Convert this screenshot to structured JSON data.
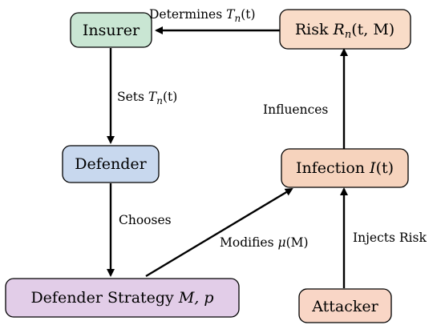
{
  "colors": {
    "insurer_fill": "#c9e6d3",
    "defender_fill": "#c8d8ee",
    "risk_fill": "#f9dcc8",
    "infection_fill": "#f6d3bd",
    "strategy_fill": "#e2cde8",
    "attacker_fill": "#f9d6c6",
    "edge": "#000000"
  },
  "nodes": {
    "insurer": {
      "label": "Insurer"
    },
    "defender": {
      "label": "Defender"
    },
    "risk": {
      "prefix": "Risk ",
      "math": "R",
      "sub": "n",
      "args": "(t, M)"
    },
    "infection": {
      "prefix": "Infection ",
      "math": "I",
      "args": "(t)"
    },
    "strategy": {
      "prefix": "Defender Strategy ",
      "math": "M, p"
    },
    "attacker": {
      "label": "Attacker"
    }
  },
  "edges": {
    "determines": {
      "text": "Determines ",
      "math": "T",
      "sub": "n",
      "args": "(t)"
    },
    "sets": {
      "text": "Sets ",
      "math": "T",
      "sub": "n",
      "args": "(t)"
    },
    "influences": {
      "text": "Influences"
    },
    "chooses": {
      "text": "Chooses"
    },
    "modifies": {
      "text": "Modifies ",
      "math": "μ",
      "args": "(M)"
    },
    "injects": {
      "text": "Injects Risk"
    }
  }
}
